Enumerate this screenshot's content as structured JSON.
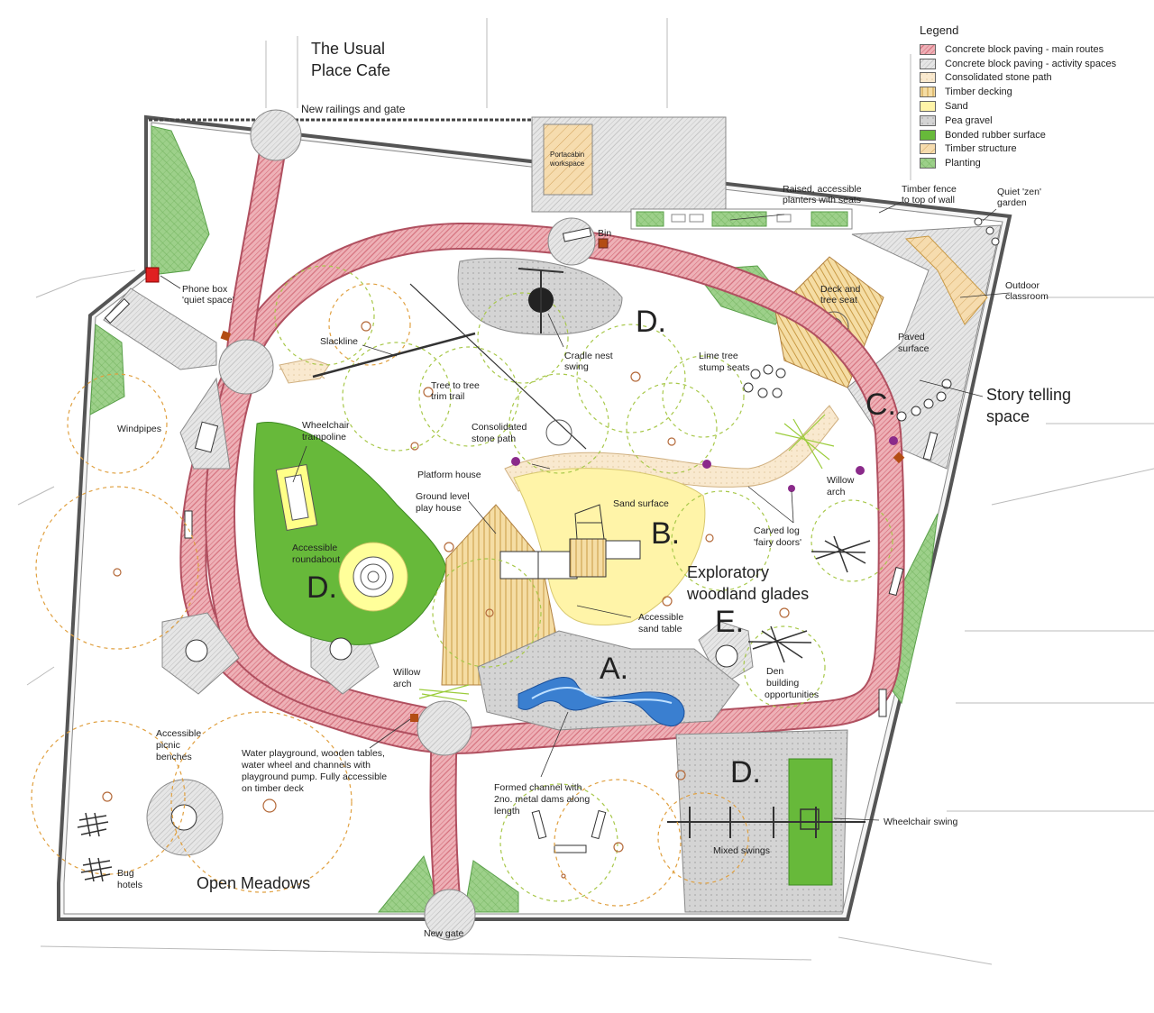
{
  "legend": {
    "title": "Legend",
    "items": [
      {
        "label": "Concrete block paving - main routes",
        "color": "#e8a0a8",
        "pattern": "pat-red"
      },
      {
        "label": "Concrete block paving - activity spaces",
        "color": "#d8d8d8",
        "pattern": "pat-grey"
      },
      {
        "label": "Consolidated stone path",
        "color": "#f7e4c6",
        "pattern": "pat-stone"
      },
      {
        "label": "Timber decking",
        "color": "#f3d89a",
        "pattern": "pat-deck"
      },
      {
        "label": "Sand",
        "color": "#fff4a8",
        "pattern": "pat-sand"
      },
      {
        "label": "Pea gravel",
        "color": "#cfcfcf",
        "pattern": "pat-gravel"
      },
      {
        "label": "Bonded rubber surface",
        "color": "#67b93a",
        "pattern": "pat-rubber"
      },
      {
        "label": "Timber structure",
        "color": "#f6dcae",
        "pattern": "pat-struct"
      },
      {
        "label": "Planting",
        "color": "#9dd08a",
        "pattern": "pat-plant"
      }
    ]
  },
  "labels": {
    "cafe_1": "The Usual",
    "cafe_2": "Place Cafe",
    "railings": "New railings and gate",
    "portacabin_1": "Portacabin",
    "portacabin_2": "workspace",
    "planters_1": "Raised, accessible",
    "planters_2": "planters with seats",
    "fence_1": "Timber fence",
    "fence_2": "to top of wall",
    "zen_1": "Quiet 'zen'",
    "zen_2": "garden",
    "bin": "Bin",
    "phone_1": "Phone box",
    "phone_2": "'quiet space'",
    "outdoor_1": "Outdoor",
    "outdoor_2": "classroom",
    "deck_1": "Deck and",
    "deck_2": "tree seat",
    "slackline": "Slackline",
    "cradle_1": "Cradle nest",
    "cradle_2": "swing",
    "paved_1": "Paved",
    "paved_2": "surface",
    "trim_1": "Tree to tree",
    "trim_2": "trim trail",
    "lime_1": "Lime tree",
    "lime_2": "stump seats",
    "story_1": "Story telling",
    "story_2": "space",
    "windpipes": "Windpipes",
    "trampoline_1": "Wheelchair",
    "trampoline_2": "trampoline",
    "stonepath_1": "Consolidated",
    "stonepath_2": "stone path",
    "platform": "Platform house",
    "ground_1": "Ground level",
    "ground_2": "play house",
    "sandsurface": "Sand surface",
    "willow1_1": "Willow",
    "willow1_2": "arch",
    "carved_1": "Carved log",
    "carved_2": "'fairy doors'",
    "roundabout_1": "Accessible",
    "roundabout_2": "roundabout",
    "woodland_1": "Exploratory",
    "woodland_2": "woodland glades",
    "sandtable_1": "Accessible",
    "sandtable_2": "sand table",
    "den_1": "Den",
    "den_2": "building",
    "den_3": "opportunities",
    "willow2_1": "Willow",
    "willow2_2": "arch",
    "picnic_1": "Accessible",
    "picnic_2": "picnic",
    "picnic_3": "benches",
    "water_1": "Water playground, wooden tables,",
    "water_2": "water wheel and channels with",
    "water_3": "playground pump.  Fully accessible",
    "water_4": "on timber deck",
    "channel_1": "Formed channel with",
    "channel_2": "2no. metal dams along",
    "channel_3": "length",
    "wheelswing": "Wheelchair swing",
    "mixedswings": "Mixed swings",
    "bug_1": "Bug",
    "bug_2": "hotels",
    "meadows": "Open Meadows",
    "newgate": "New gate"
  },
  "zones": {
    "a": "A.",
    "b": "B.",
    "c": "C.",
    "d1": "D.",
    "d2": "D.",
    "d3": "D.",
    "e": "E."
  },
  "colors": {
    "route": "#e8a0a8",
    "rubber": "#67b93a",
    "sand": "#fff4a8",
    "planting": "#8fcb7a",
    "water": "#3a7fd0",
    "tree_green": "#a8c84a",
    "tree_orange": "#e0a040"
  }
}
